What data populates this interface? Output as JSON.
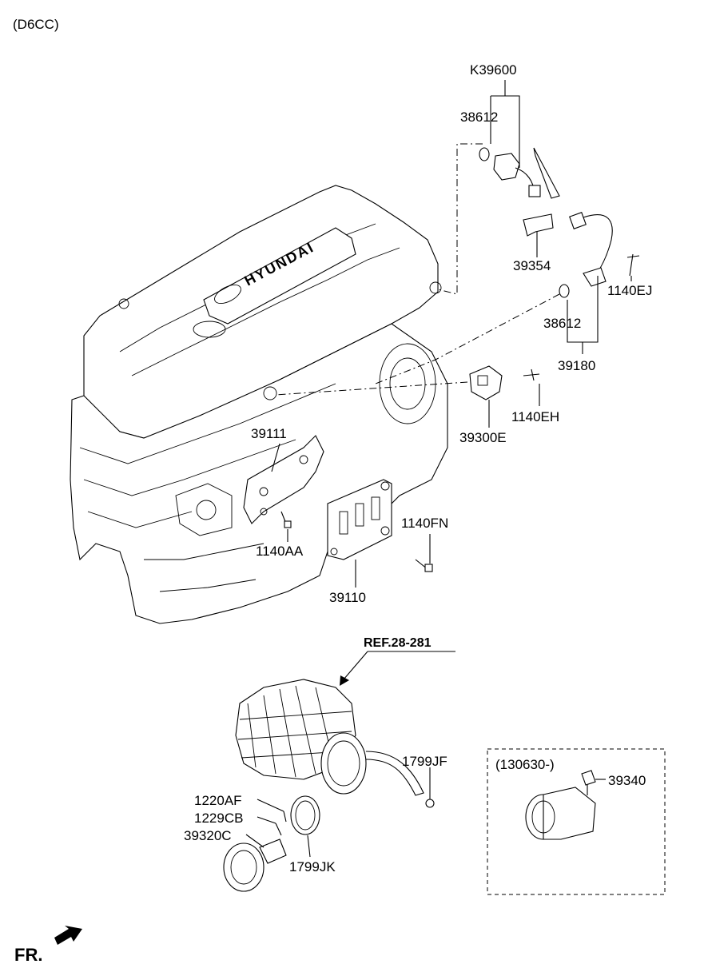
{
  "header": {
    "model_code": "(D6CC)"
  },
  "reference": {
    "label": "REF.28-281"
  },
  "direction": {
    "label": "FR."
  },
  "inset": {
    "label": "(130630-)"
  },
  "parts": {
    "k39600": "K39600",
    "p38612_top": "38612",
    "p39354": "39354",
    "p1140EJ": "1140EJ",
    "p38612_mid": "38612",
    "p39180": "39180",
    "p1140EH": "1140EH",
    "p39300E": "39300E",
    "p39111": "39111",
    "p1140FN": "1140FN",
    "p1140AA": "1140AA",
    "p39110": "39110",
    "p1799JF": "1799JF",
    "p39340": "39340",
    "p1220AF": "1220AF",
    "p1229CB": "1229CB",
    "p39320C": "39320C",
    "p1799JK": "1799JK"
  },
  "engine_logo": {
    "text": "HYUNDAI"
  }
}
